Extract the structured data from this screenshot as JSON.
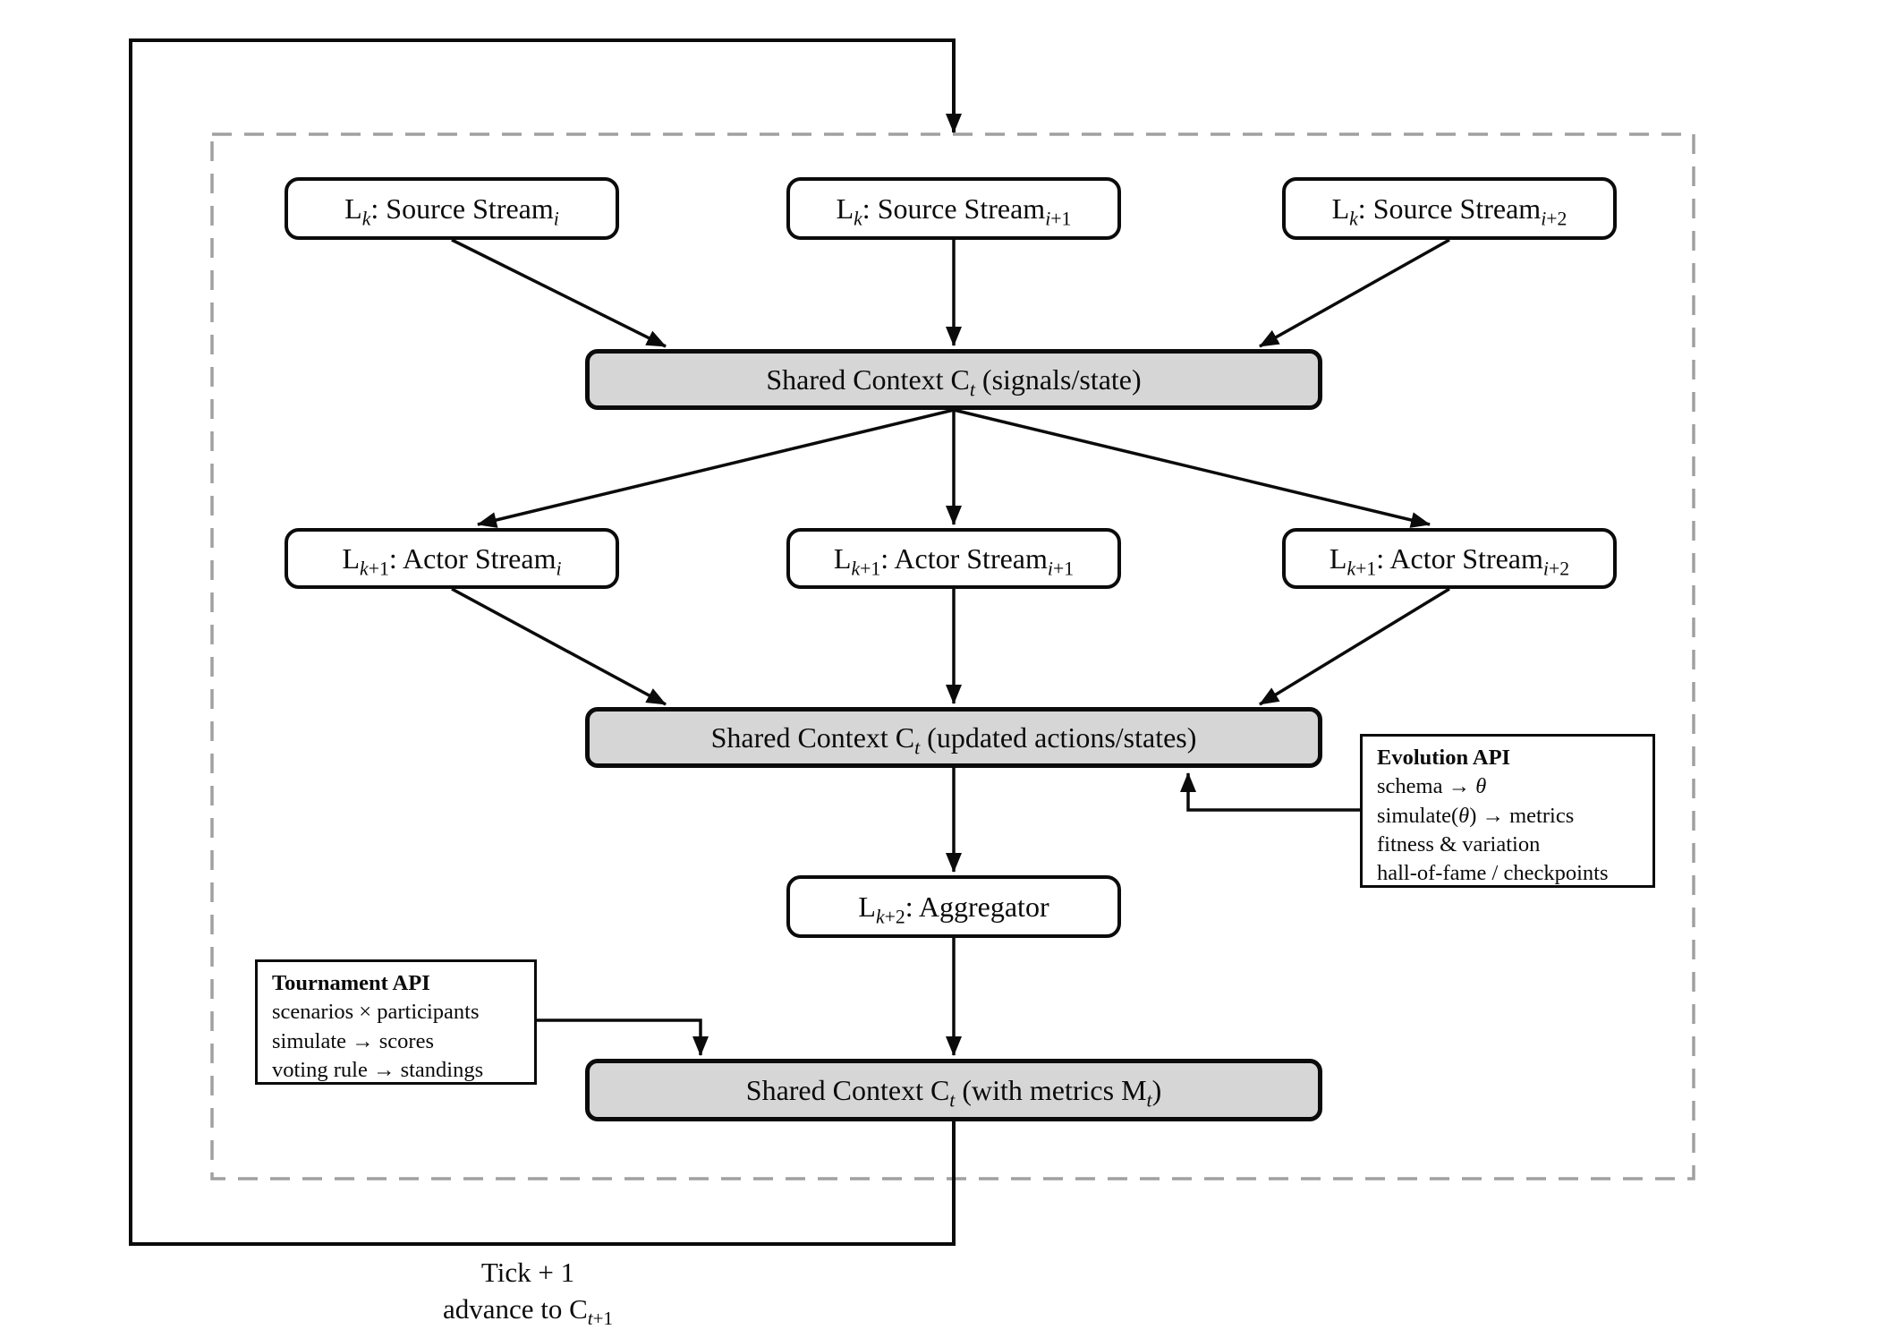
{
  "diagram_title": "Streams / shared-context tick loop diagram",
  "colors": {
    "background": "#ffffff",
    "node_fill": "#ffffff",
    "context_fill": "#d6d6d6",
    "line": "#0b0b0b",
    "dashed_border": "#a0a0a0"
  },
  "nodes": {
    "source_i": [
      {
        "t": "L"
      },
      {
        "si": "k"
      },
      {
        "t": ": Source Stream"
      },
      {
        "si": "i"
      }
    ],
    "source_i1": [
      {
        "t": "L"
      },
      {
        "si": "k"
      },
      {
        "t": ": Source Stream"
      },
      {
        "si": "i"
      },
      {
        "sr": "+1"
      }
    ],
    "source_i2": [
      {
        "t": "L"
      },
      {
        "si": "k"
      },
      {
        "t": ": Source Stream"
      },
      {
        "si": "i"
      },
      {
        "sr": "+2"
      }
    ],
    "ctx_signals": [
      {
        "t": "Shared Context C"
      },
      {
        "si": "t"
      },
      {
        "t": " (signals/state)"
      }
    ],
    "actor_i": [
      {
        "t": "L"
      },
      {
        "si": "k"
      },
      {
        "sr": "+1"
      },
      {
        "t": ": Actor Stream"
      },
      {
        "si": "i"
      }
    ],
    "actor_i1": [
      {
        "t": "L"
      },
      {
        "si": "k"
      },
      {
        "sr": "+1"
      },
      {
        "t": ": Actor Stream"
      },
      {
        "si": "i"
      },
      {
        "sr": "+1"
      }
    ],
    "actor_i2": [
      {
        "t": "L"
      },
      {
        "si": "k"
      },
      {
        "sr": "+1"
      },
      {
        "t": ": Actor Stream"
      },
      {
        "si": "i"
      },
      {
        "sr": "+2"
      }
    ],
    "ctx_updated": [
      {
        "t": "Shared Context C"
      },
      {
        "si": "t"
      },
      {
        "t": " (updated actions/states)"
      }
    ],
    "aggregator": [
      {
        "t": "L"
      },
      {
        "si": "k"
      },
      {
        "sr": "+2"
      },
      {
        "t": ": Aggregator"
      }
    ],
    "ctx_metrics": [
      {
        "t": "Shared Context C"
      },
      {
        "si": "t"
      },
      {
        "t": " (with metrics M"
      },
      {
        "si": "t"
      },
      {
        "t": ")"
      }
    ]
  },
  "evolution_api": {
    "title": "Evolution API",
    "lines": [
      [
        {
          "t": "schema → "
        },
        {
          "i": "θ"
        }
      ],
      [
        {
          "t": "simulate("
        },
        {
          "i": "θ"
        },
        {
          "t": ") → metrics"
        }
      ],
      [
        {
          "t": "fitness & variation"
        }
      ],
      [
        {
          "t": "hall-of-fame / checkpoints"
        }
      ]
    ]
  },
  "tournament_api": {
    "title": "Tournament API",
    "lines": [
      [
        {
          "t": "scenarios × participants"
        }
      ],
      [
        {
          "t": "simulate → scores"
        }
      ],
      [
        {
          "t": "voting rule → standings"
        }
      ]
    ]
  },
  "caption": {
    "line1": [
      {
        "t": "Tick + 1"
      }
    ],
    "line2": [
      {
        "t": "advance to C"
      },
      {
        "si": "t"
      },
      {
        "sr": "+1"
      }
    ]
  }
}
